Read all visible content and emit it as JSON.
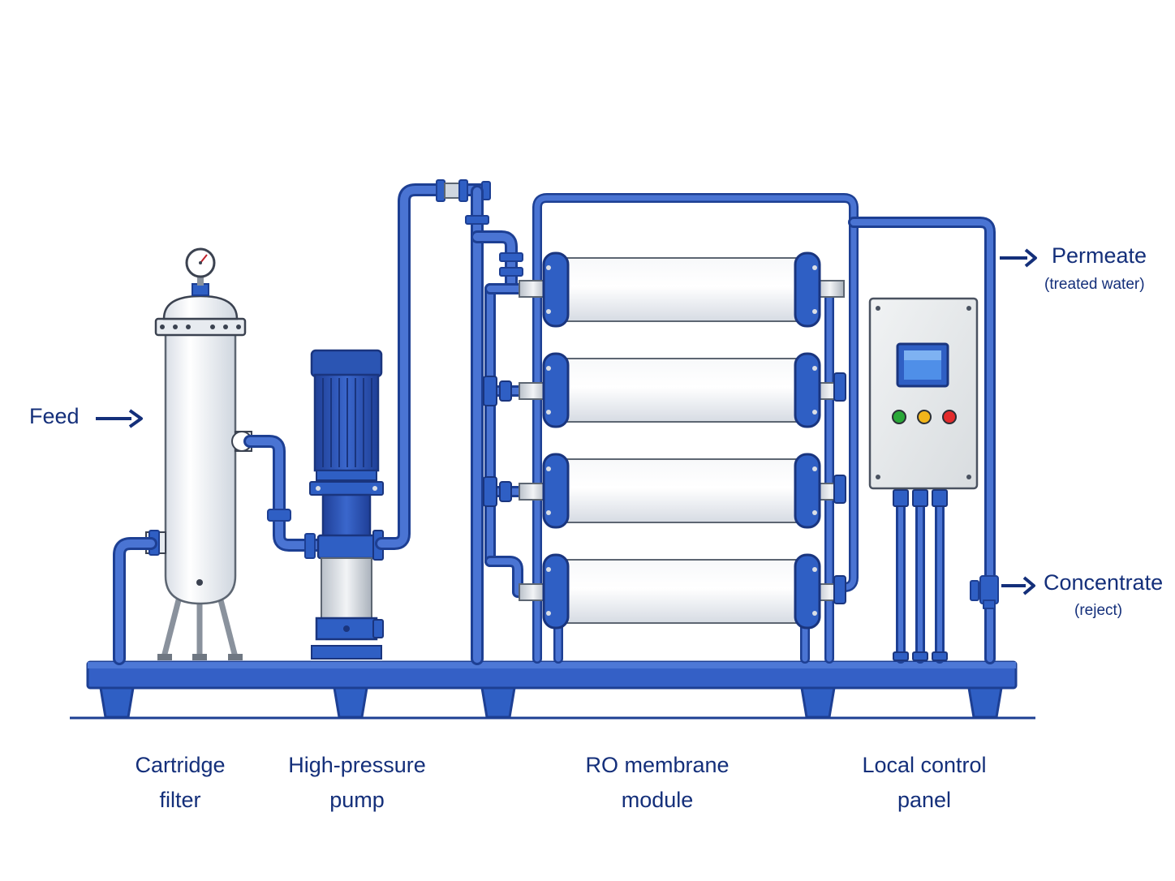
{
  "labels": {
    "feed": "Feed",
    "permeate": "Permeate",
    "permeate_sub": "(treated water)",
    "concentrate": "Concentrate",
    "concentrate_sub": "(reject)"
  },
  "components": [
    {
      "line1": "Cartridge",
      "line2": "filter"
    },
    {
      "line1": "High-pressure",
      "line2": "pump"
    },
    {
      "line1": "RO membrane",
      "line2": "module"
    },
    {
      "line1": "Local control",
      "line2": "panel"
    }
  ],
  "colors": {
    "pipe": "#2f5fc4",
    "pipe_dark": "#1d3f93",
    "text": "#142f7a",
    "vessel": "#f4f6f9",
    "panel": "#e9ecee",
    "led_green": "#2aa838",
    "led_yellow": "#f2b51a",
    "led_red": "#e32b2b"
  },
  "icons": [
    "feed-arrow-icon",
    "permeate-arrow-icon",
    "concentrate-arrow-icon",
    "pressure-gauge-icon"
  ]
}
